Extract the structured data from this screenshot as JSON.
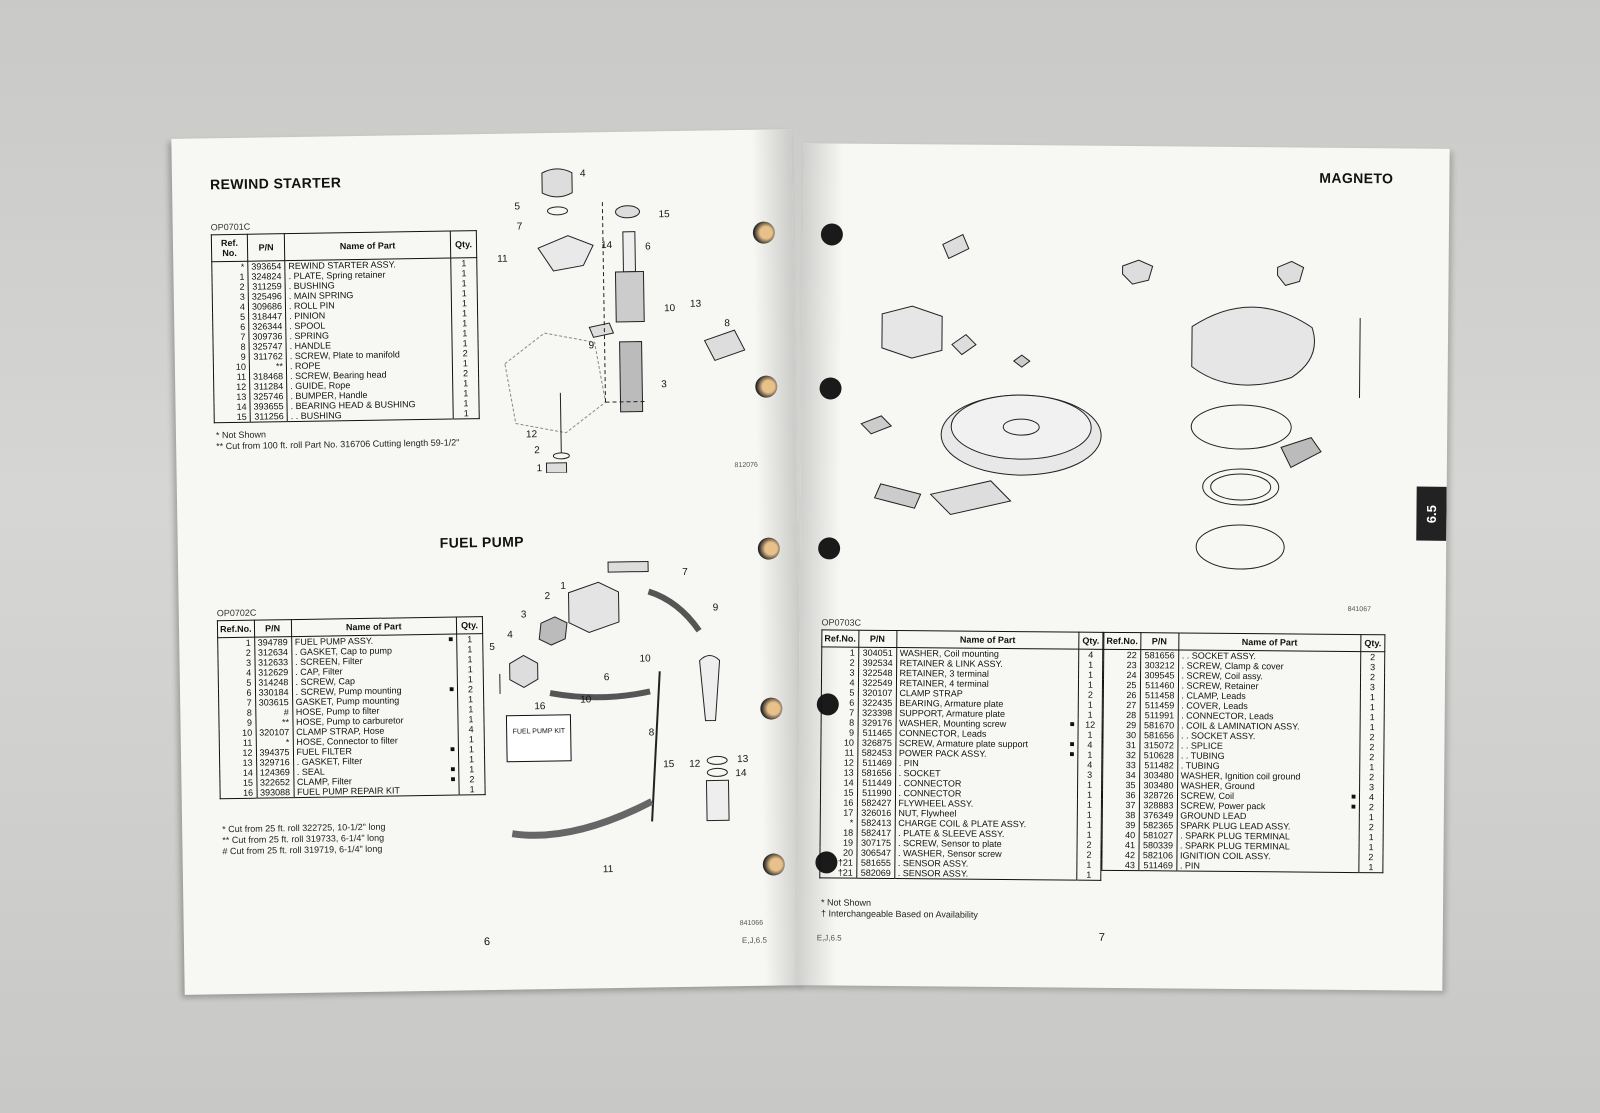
{
  "left_page": {
    "rewind_starter": {
      "title": "REWIND STARTER",
      "code": "OP0701C",
      "columns": [
        "Ref. No.",
        "P/N",
        "Name of Part",
        "Qty."
      ],
      "rows": [
        {
          "ref": "*",
          "pn": "393654",
          "name": "REWIND STARTER ASSY.",
          "qty": "1"
        },
        {
          "ref": "1",
          "pn": "324824",
          "name": ". PLATE, Spring retainer",
          "qty": "1"
        },
        {
          "ref": "2",
          "pn": "311259",
          "name": ". BUSHING",
          "qty": "1"
        },
        {
          "ref": "3",
          "pn": "325496",
          "name": ". MAIN SPRING",
          "qty": "1"
        },
        {
          "ref": "4",
          "pn": "309686",
          "name": ". ROLL PIN",
          "qty": "1"
        },
        {
          "ref": "5",
          "pn": "318447",
          "name": ". PINION",
          "qty": "1"
        },
        {
          "ref": "6",
          "pn": "326344",
          "name": ". SPOOL",
          "qty": "1"
        },
        {
          "ref": "7",
          "pn": "309736",
          "name": ". SPRING",
          "qty": "1"
        },
        {
          "ref": "8",
          "pn": "325747",
          "name": ". HANDLE",
          "qty": "1"
        },
        {
          "ref": "9",
          "pn": "311762",
          "name": ". SCREW, Plate to manifold",
          "qty": "2"
        },
        {
          "ref": "10",
          "pn": "**",
          "name": ". ROPE",
          "qty": "1"
        },
        {
          "ref": "11",
          "pn": "318468",
          "name": ". SCREW, Bearing head",
          "qty": "2"
        },
        {
          "ref": "12",
          "pn": "311284",
          "name": ". GUIDE, Rope",
          "qty": "1"
        },
        {
          "ref": "13",
          "pn": "325746",
          "name": ". BUMPER, Handle",
          "qty": "1"
        },
        {
          "ref": "14",
          "pn": "393655",
          "name": ". BEARING HEAD & BUSHING",
          "qty": "1"
        },
        {
          "ref": "15",
          "pn": "311256",
          "name": ". . BUSHING",
          "qty": "1"
        }
      ],
      "notes": [
        "*  Not Shown",
        "**  Cut from 100 ft. roll Part No. 316706 Cutting length 59-1/2\""
      ],
      "figure_code": "812076",
      "callouts": [
        "1",
        "2",
        "3",
        "4",
        "5",
        "6",
        "7",
        "8",
        "9",
        "10",
        "11",
        "12",
        "13",
        "14",
        "15"
      ]
    },
    "fuel_pump": {
      "title": "FUEL PUMP",
      "code": "OP0702C",
      "columns": [
        "Ref.No.",
        "P/N",
        "Name of Part",
        "Qty."
      ],
      "rows": [
        {
          "ref": "1",
          "pn": "394789",
          "name": "FUEL PUMP ASSY.",
          "qty": "1",
          "mark": "■"
        },
        {
          "ref": "2",
          "pn": "312634",
          "name": ". GASKET, Cap to pump",
          "qty": "1",
          "mark": ""
        },
        {
          "ref": "3",
          "pn": "312633",
          "name": ". SCREEN, Filter",
          "qty": "1",
          "mark": ""
        },
        {
          "ref": "4",
          "pn": "312629",
          "name": ". CAP, Filter",
          "qty": "1",
          "mark": ""
        },
        {
          "ref": "5",
          "pn": "314248",
          "name": ". SCREW, Cap",
          "qty": "1",
          "mark": ""
        },
        {
          "ref": "6",
          "pn": "330184",
          "name": ". SCREW, Pump mounting",
          "qty": "2",
          "mark": "■"
        },
        {
          "ref": "7",
          "pn": "303615",
          "name": "GASKET, Pump mounting",
          "qty": "1",
          "mark": ""
        },
        {
          "ref": "8",
          "pn": "#",
          "name": "HOSE, Pump to filter",
          "qty": "1",
          "mark": ""
        },
        {
          "ref": "9",
          "pn": "**",
          "name": "HOSE, Pump to carburetor",
          "qty": "1",
          "mark": ""
        },
        {
          "ref": "10",
          "pn": "320107",
          "name": "CLAMP STRAP, Hose",
          "qty": "4",
          "mark": ""
        },
        {
          "ref": "11",
          "pn": "*",
          "name": "HOSE, Connector to filter",
          "qty": "1",
          "mark": ""
        },
        {
          "ref": "12",
          "pn": "394375",
          "name": "FUEL FILTER",
          "qty": "1",
          "mark": "■"
        },
        {
          "ref": "13",
          "pn": "329716",
          "name": ". GASKET, Filter",
          "qty": "1",
          "mark": ""
        },
        {
          "ref": "14",
          "pn": "124369",
          "name": ". SEAL",
          "qty": "1",
          "mark": "■"
        },
        {
          "ref": "15",
          "pn": "322652",
          "name": "CLAMP, Filter",
          "qty": "2",
          "mark": "■"
        },
        {
          "ref": "16",
          "pn": "393088",
          "name": "FUEL PUMP REPAIR KIT",
          "qty": "1",
          "mark": ""
        }
      ],
      "notes": [
        "*  Cut from 25 ft. roll 322725, 10-1/2\" long",
        "**  Cut from 25 ft. roll 319733, 6-1/4\" long",
        "#  Cut from 25 ft. roll 319719, 6-1/4\" long"
      ],
      "kit_label": "FUEL PUMP KIT",
      "figure_code": "841066",
      "callouts": [
        "1",
        "2",
        "3",
        "4",
        "5",
        "6",
        "7",
        "8",
        "9",
        "10",
        "10",
        "11",
        "12",
        "13",
        "14",
        "15",
        "16"
      ]
    },
    "page_number": "6",
    "model_code": "E,J,6.5"
  },
  "right_page": {
    "magneto": {
      "title": "MAGNETO",
      "code": "OP0703C",
      "columns": [
        "Ref.No.",
        "P/N",
        "Name of Part",
        "Qty."
      ],
      "rows_left": [
        {
          "ref": "1",
          "pn": "304051",
          "name": "WASHER, Coil mounting",
          "qty": "4",
          "mark": ""
        },
        {
          "ref": "2",
          "pn": "392534",
          "name": "RETAINER & LINK ASSY.",
          "qty": "1",
          "mark": ""
        },
        {
          "ref": "3",
          "pn": "322548",
          "name": "RETAINER, 3 terminal",
          "qty": "1",
          "mark": ""
        },
        {
          "ref": "4",
          "pn": "322549",
          "name": "RETAINER, 4 terminal",
          "qty": "1",
          "mark": ""
        },
        {
          "ref": "5",
          "pn": "320107",
          "name": "CLAMP STRAP",
          "qty": "2",
          "mark": ""
        },
        {
          "ref": "6",
          "pn": "322435",
          "name": "BEARING, Armature plate",
          "qty": "1",
          "mark": ""
        },
        {
          "ref": "7",
          "pn": "323398",
          "name": "SUPPORT, Armature plate",
          "qty": "1",
          "mark": ""
        },
        {
          "ref": "8",
          "pn": "329176",
          "name": "WASHER, Mounting screw",
          "qty": "12",
          "mark": "■"
        },
        {
          "ref": "9",
          "pn": "511465",
          "name": "CONNECTOR, Leads",
          "qty": "1",
          "mark": ""
        },
        {
          "ref": "10",
          "pn": "326875",
          "name": "SCREW, Armature plate support",
          "qty": "4",
          "mark": "■"
        },
        {
          "ref": "11",
          "pn": "582453",
          "name": "POWER PACK ASSY.",
          "qty": "1",
          "mark": "■"
        },
        {
          "ref": "12",
          "pn": "511469",
          "name": ". PIN",
          "qty": "4",
          "mark": ""
        },
        {
          "ref": "13",
          "pn": "581656",
          "name": ". SOCKET",
          "qty": "3",
          "mark": ""
        },
        {
          "ref": "14",
          "pn": "511449",
          "name": ". CONNECTOR",
          "qty": "1",
          "mark": ""
        },
        {
          "ref": "15",
          "pn": "511990",
          "name": ". CONNECTOR",
          "qty": "1",
          "mark": ""
        },
        {
          "ref": "16",
          "pn": "582427",
          "name": "FLYWHEEL ASSY.",
          "qty": "1",
          "mark": ""
        },
        {
          "ref": "17",
          "pn": "326016",
          "name": "NUT, Flywheel",
          "qty": "1",
          "mark": ""
        },
        {
          "ref": "*",
          "pn": "582413",
          "name": "CHARGE COIL & PLATE ASSY.",
          "qty": "1",
          "mark": ""
        },
        {
          "ref": "18",
          "pn": "582417",
          "name": ". PLATE & SLEEVE ASSY.",
          "qty": "1",
          "mark": ""
        },
        {
          "ref": "19",
          "pn": "307175",
          "name": ". SCREW, Sensor to plate",
          "qty": "2",
          "mark": ""
        },
        {
          "ref": "20",
          "pn": "306547",
          "name": ". WASHER, Sensor screw",
          "qty": "2",
          "mark": ""
        },
        {
          "ref": "†21",
          "pn": "581655",
          "name": ". SENSOR ASSY.",
          "qty": "1",
          "mark": ""
        },
        {
          "ref": "†21",
          "pn": "582069",
          "name": ". SENSOR ASSY.",
          "qty": "1",
          "mark": ""
        }
      ],
      "rows_right": [
        {
          "ref": "22",
          "pn": "581656",
          "name": ". . SOCKET ASSY.",
          "qty": "2",
          "mark": ""
        },
        {
          "ref": "23",
          "pn": "303212",
          "name": ". SCREW, Clamp & cover",
          "qty": "3",
          "mark": ""
        },
        {
          "ref": "24",
          "pn": "309545",
          "name": ". SCREW, Coil assy.",
          "qty": "2",
          "mark": ""
        },
        {
          "ref": "25",
          "pn": "511460",
          "name": ". SCREW, Retainer",
          "qty": "3",
          "mark": ""
        },
        {
          "ref": "26",
          "pn": "511458",
          "name": ". CLAMP, Leads",
          "qty": "1",
          "mark": ""
        },
        {
          "ref": "27",
          "pn": "511459",
          "name": ". COVER, Leads",
          "qty": "1",
          "mark": ""
        },
        {
          "ref": "28",
          "pn": "511991",
          "name": ". CONNECTOR, Leads",
          "qty": "1",
          "mark": ""
        },
        {
          "ref": "29",
          "pn": "581670",
          "name": ". COIL & LAMINATION ASSY.",
          "qty": "1",
          "mark": ""
        },
        {
          "ref": "30",
          "pn": "581656",
          "name": ". . SOCKET ASSY.",
          "qty": "2",
          "mark": ""
        },
        {
          "ref": "31",
          "pn": "315072",
          "name": ". . SPLICE",
          "qty": "2",
          "mark": ""
        },
        {
          "ref": "32",
          "pn": "510628",
          "name": ". . TUBING",
          "qty": "2",
          "mark": ""
        },
        {
          "ref": "33",
          "pn": "511482",
          "name": ". TUBING",
          "qty": "1",
          "mark": ""
        },
        {
          "ref": "34",
          "pn": "303480",
          "name": "WASHER, Ignition coil ground",
          "qty": "2",
          "mark": ""
        },
        {
          "ref": "35",
          "pn": "303480",
          "name": "WASHER, Ground",
          "qty": "3",
          "mark": ""
        },
        {
          "ref": "36",
          "pn": "328726",
          "name": "SCREW, Coil",
          "qty": "4",
          "mark": "■"
        },
        {
          "ref": "37",
          "pn": "328883",
          "name": "SCREW, Power pack",
          "qty": "2",
          "mark": "■"
        },
        {
          "ref": "38",
          "pn": "376349",
          "name": "GROUND LEAD",
          "qty": "1",
          "mark": ""
        },
        {
          "ref": "39",
          "pn": "582365",
          "name": "SPARK PLUG LEAD ASSY.",
          "qty": "2",
          "mark": ""
        },
        {
          "ref": "40",
          "pn": "581027",
          "name": ". SPARK PLUG TERMINAL",
          "qty": "1",
          "mark": ""
        },
        {
          "ref": "41",
          "pn": "580339",
          "name": ". SPARK PLUG TERMINAL",
          "qty": "1",
          "mark": ""
        },
        {
          "ref": "42",
          "pn": "582106",
          "name": "IGNITION COIL ASSY.",
          "qty": "2",
          "mark": ""
        },
        {
          "ref": "43",
          "pn": "511469",
          "name": ". PIN",
          "qty": "1",
          "mark": ""
        }
      ],
      "notes": [
        "*  Not Shown",
        "†  Interchangeable Based on Availability"
      ],
      "figure_code": "841067"
    },
    "section_tab": "6.5",
    "page_number": "7",
    "model_code": "E,J,6.5"
  }
}
